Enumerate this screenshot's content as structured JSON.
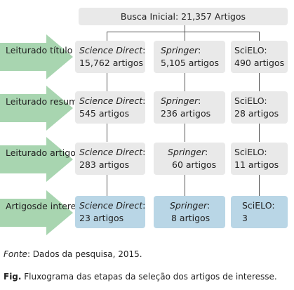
{
  "top": {
    "label": "Busca Inicial: 21,357 Artigos"
  },
  "stages": [
    {
      "label_1": "Leitura",
      "label_2": "do título",
      "cells": [
        {
          "db": "Science Direct",
          "sep": ":",
          "count": "15,762 artigos"
        },
        {
          "db": "Springer",
          "sep": ":",
          "count": "5,105 artigos"
        },
        {
          "db": "SciELO:",
          "sep": "",
          "count": "490 artigos"
        }
      ]
    },
    {
      "label_1": "Leitura",
      "label_2": "do resumo",
      "cells": [
        {
          "db": "Science Direct",
          "sep": ":",
          "count": "545 artigos"
        },
        {
          "db": "Springer",
          "sep": ":",
          "count": "236 artigos"
        },
        {
          "db": "SciELO:",
          "sep": "",
          "count": "28 artigos"
        }
      ]
    },
    {
      "label_1": "Leitura",
      "label_2": "do artigo",
      "cells": [
        {
          "db": "Science Direct",
          "sep": ":",
          "count": "283 artigos"
        },
        {
          "db": "Springer",
          "sep": ":",
          "count": "60 artigos"
        },
        {
          "db": "SciELO:",
          "sep": "",
          "count": "11 artigos"
        }
      ]
    },
    {
      "label_1": "Artigos",
      "label_2": "de interesse",
      "cells": [
        {
          "db": "Science Direct",
          "sep": ":",
          "count": "23 artigos"
        },
        {
          "db": "Springer",
          "sep": ":",
          "count": "8 artigos"
        },
        {
          "db": "SciELO:",
          "sep": "",
          "count": "3"
        }
      ]
    }
  ],
  "fonte": {
    "label": "Fonte",
    "text": ": Dados da pesquisa, 2015."
  },
  "caption": {
    "prefix": "Fig.",
    "text": " Fluxograma das etapas da seleção dos artigos de interesse."
  },
  "colors": {
    "arrow": "#a8d5b0",
    "box": "#e9e9e9",
    "final_box": "#b9d6e6",
    "connector": "#555555"
  }
}
